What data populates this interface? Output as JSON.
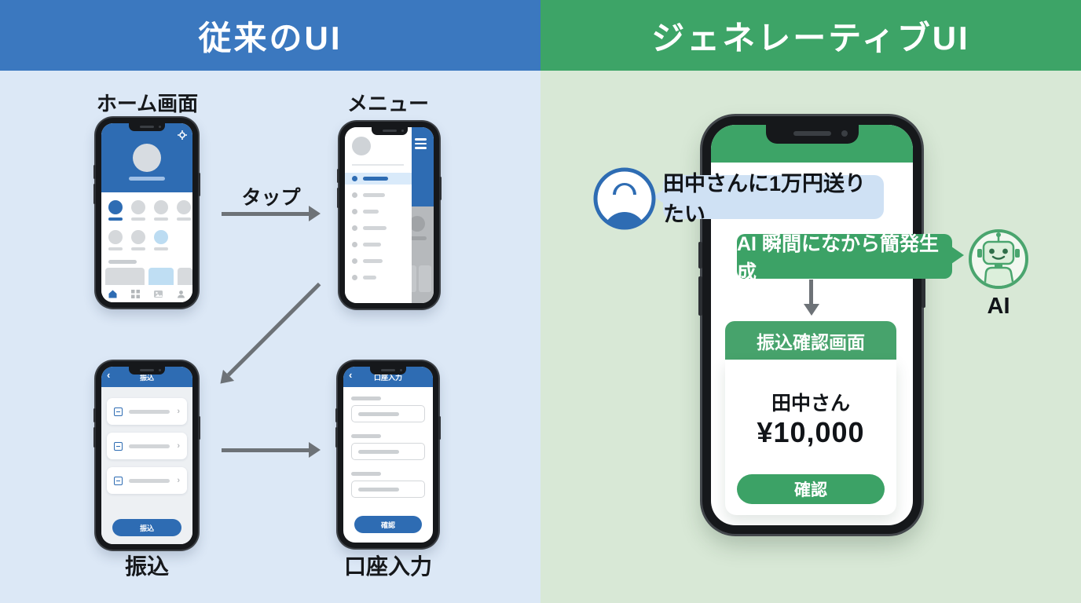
{
  "left_panel": {
    "title": "従来のUI",
    "tap_label": "タップ",
    "screen_labels": {
      "home": "ホーム画面",
      "menu": "メニュー",
      "transfer": "振込",
      "account": "口座入力"
    },
    "transfer_screen": {
      "title": "振込",
      "button": "振込"
    },
    "account_screen": {
      "title": "口座入力",
      "button": "確認"
    }
  },
  "right_panel": {
    "title": "ジェネレーティブUI",
    "user_message": "田中さんに1万円送りたい",
    "ai_message": "AI 瞬間になから簡発生成",
    "ai_label": "AI",
    "confirm_card": {
      "title": "振込確認画面",
      "recipient": "田中さん",
      "amount": "¥10,000",
      "button": "確認"
    }
  },
  "icons": {
    "back_chevron": "‹",
    "forward_chevron": "›"
  },
  "colors": {
    "left_header_bg": "#3b78bf",
    "right_header_bg": "#3da467",
    "left_bg": "#dce8f6",
    "right_bg": "#d8e8d6",
    "app_blue": "#2e6cb3",
    "user_bubble": "#cfe1f4",
    "ai_green": "#3ca266",
    "arrow_gray": "#6d7277"
  }
}
